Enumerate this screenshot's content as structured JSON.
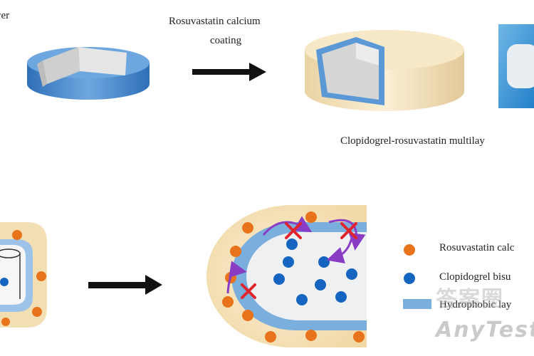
{
  "labels": {
    "layer_partial": "yer",
    "coating_line1": "Rosuvastatin calcium",
    "coating_line2": "coating",
    "tablet_caption": "Clopidogrel-rosuvastatin multilay"
  },
  "legend": {
    "items": [
      {
        "label": "Rosuvastatin calc",
        "marker": "orange-dot",
        "color": "#e8731a"
      },
      {
        "label": "Clopidogrel bisu",
        "marker": "blue-dot",
        "color": "#1565c0"
      },
      {
        "label": "Hydrophobic lay",
        "marker": "blue-bar",
        "color": "#7aaedc"
      }
    ]
  },
  "watermark": {
    "cn": "答案圈",
    "en": "AnyTest"
  },
  "colors": {
    "tablet_blue": "#4a8fd4",
    "tablet_core": "#d9d9d9",
    "coating_beige": "#f3dfb4",
    "arrow": "#111111",
    "cross": "#e0242c",
    "curve_arrow": "#8a3cc4"
  }
}
